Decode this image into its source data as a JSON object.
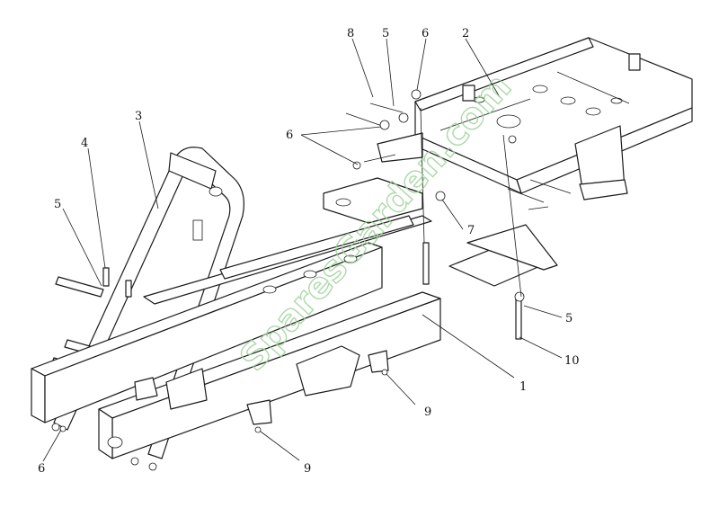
{
  "watermark": "SparesGarden.com",
  "callouts": {
    "c1": "1",
    "c2": "2",
    "c3": "3",
    "c4": "4",
    "c5a": "5",
    "c5b": "5",
    "c5c": "5",
    "c6a": "6",
    "c6b": "6",
    "c6c": "6",
    "c7": "7",
    "c8": "8",
    "c9a": "9",
    "c9b": "9",
    "c10": "10"
  },
  "colors": {
    "line": "#1a1a1a",
    "watermark": "#9ed39a"
  }
}
